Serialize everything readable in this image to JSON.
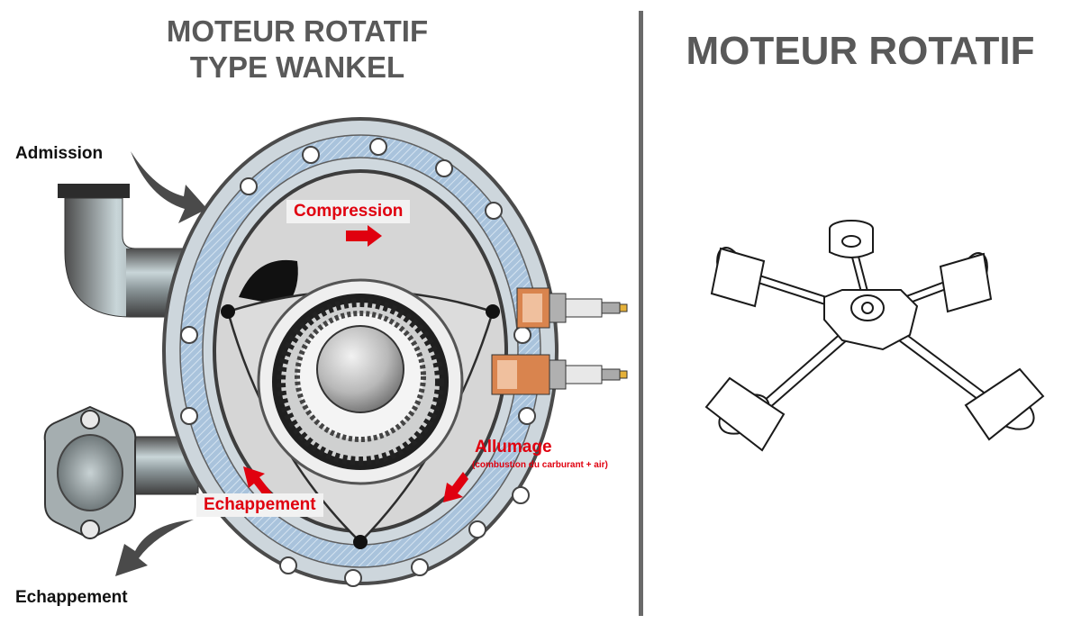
{
  "left_panel": {
    "title_line1": "MOTEUR ROTATIF",
    "title_line2": "TYPE WANKEL",
    "labels": {
      "admission": "Admission",
      "echappement_outer": "Echappement",
      "compression": "Compression",
      "allumage": "Allumage",
      "allumage_note": "(combustion du carburant + air)",
      "echappement_inner": "Echappement"
    }
  },
  "right_panel": {
    "title": "MOTEUR ROTATIF"
  },
  "colors": {
    "title_gray": "#595959",
    "label_red": "#e0000f",
    "housing_blue": "#a9c3dc",
    "divider": "#6a6a6a"
  }
}
